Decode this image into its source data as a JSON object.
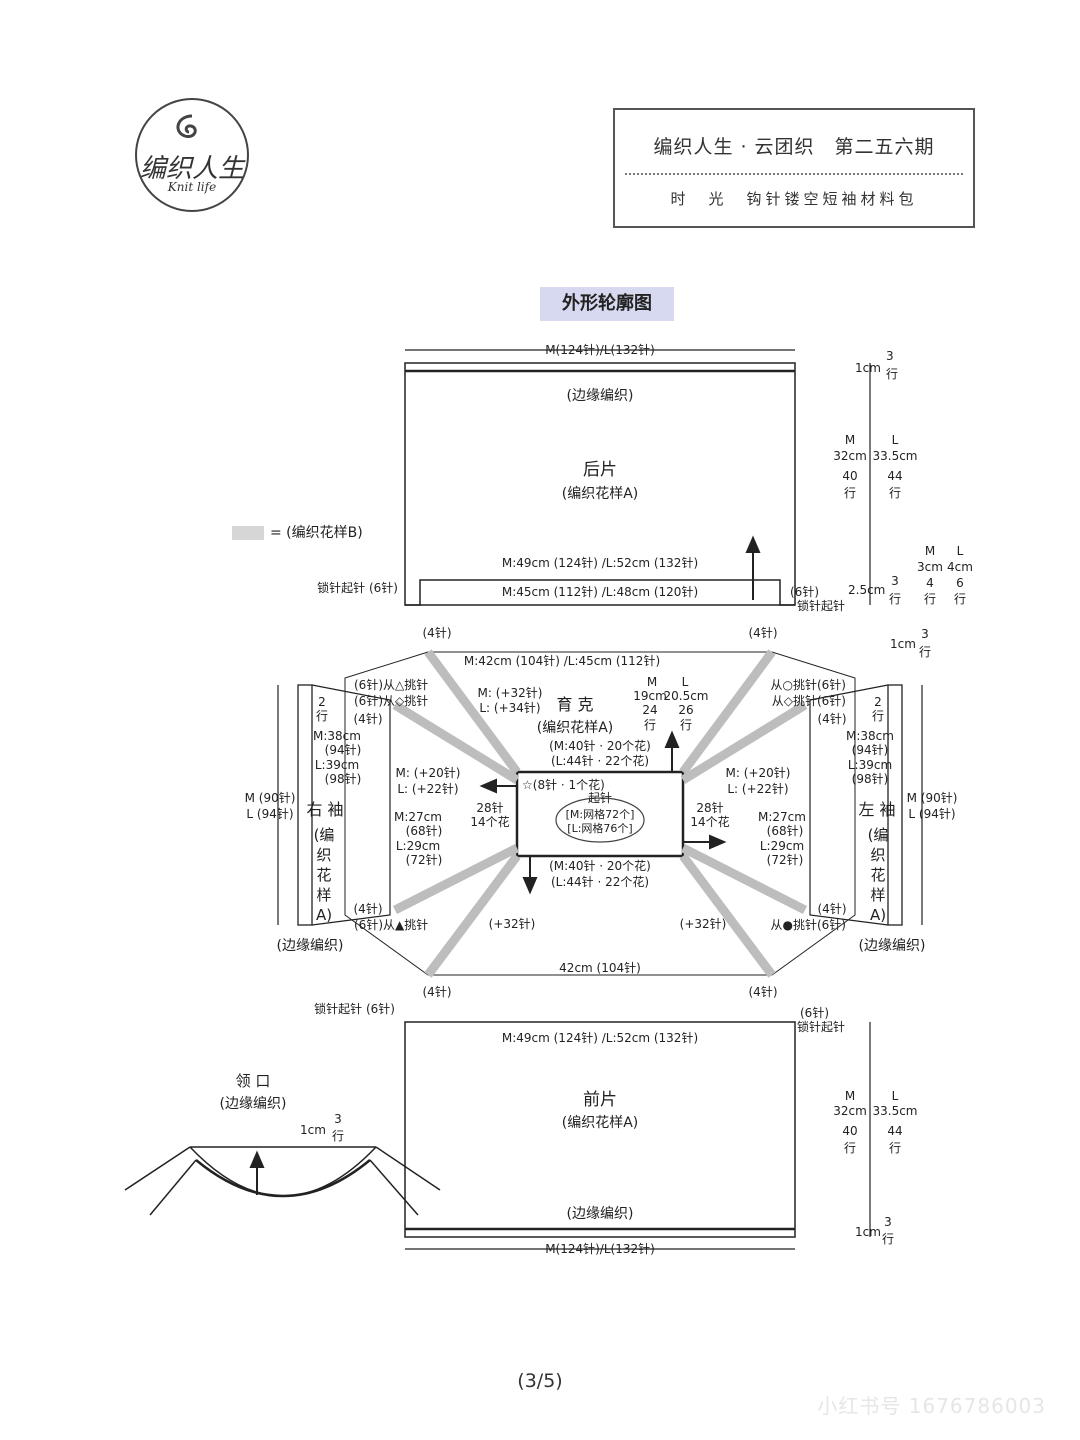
{
  "logo": {
    "cn": "编织人生",
    "en": "Knit life"
  },
  "header": {
    "title": "编织人生 · 云团织　第二五六期",
    "subtitle": "时　光　钩针镂空短袖材料包"
  },
  "section_title": "外形轮廓图",
  "legend": {
    "label": "= (编织花样B)",
    "swatch_color": "#d6d6d6"
  },
  "back": {
    "top_width": "M(124针)/L(132针)",
    "edge": "(边缘编织)",
    "name": "后片",
    "pattern": "(编织花样A)",
    "width_upper": "M:49cm (124针) /L:52cm (132针)",
    "width_lower": "M:45cm (112针) /L:48cm (120针)",
    "chain_left": "锁针起针 (6针)",
    "chain_right_count": "(6针)",
    "chain_right": "锁针起针"
  },
  "back_dims": {
    "top_cm": "1cm",
    "top_rows": "3",
    "top_rows_unit": "行",
    "m": "M",
    "l": "L",
    "m_cm": "32cm",
    "l_cm": "33.5cm",
    "m_rows": "40",
    "l_rows": "44",
    "rows_unit": "行",
    "m2": "M",
    "l2": "L",
    "m2_cm": "3cm",
    "l2_cm": "4cm",
    "base_cm": "2.5cm",
    "base_rows": "3",
    "m2_rows": "4",
    "l2_rows": "6",
    "side_cm": "1cm",
    "side_rows": "3"
  },
  "yoke": {
    "corner_tl": "(4针)",
    "corner_tr": "(4针)",
    "corner_bl": "(4针)",
    "corner_br": "(4针)",
    "top_width": "M:42cm (104针) /L:45cm (112针)",
    "bottom_width": "42cm (104针)",
    "name": "育 克",
    "pattern": "(编织花样A)",
    "inc_top": "M: (+32针)",
    "inc_top_l": "L: (+34针)",
    "inner_top": "(M:40针 · 20个花)",
    "inner_top_l": "(L:44针 · 22个花)",
    "inner_bottom": "(M:40针 · 20个花)",
    "inner_bottom_l": "(L:44针 · 22个花)",
    "star_note": "☆(8针 · 1个花)",
    "start": "起针",
    "grid_m": "[M:网格72个]",
    "grid_l": "[L:网格76个]",
    "left_inc": "M: (+20针)",
    "left_inc_l": "L: (+22针)",
    "right_inc": "M: (+20针)",
    "right_inc_l": "L: (+22针)",
    "left_side": "28针",
    "left_side2": "14个花",
    "right_side": "28针",
    "right_side2": "14个花",
    "h_m": "M",
    "h_l": "L",
    "h_m_cm": "19cm",
    "h_l_cm": "20.5cm",
    "h_m_rows": "24",
    "h_l_rows": "26",
    "h_unit": "行",
    "bottom_inc_left": "(+32针)",
    "bottom_inc_right": "(+32针)"
  },
  "right_sleeve": {
    "pick1": "(6针)从△挑针",
    "pick2": "(6针)从◇挑针",
    "pick3": "(6针)从▲挑针",
    "corner_top": "(4针)",
    "corner_bottom": "(4针)",
    "rows": "2",
    "rows_unit": "行",
    "m_len": "M:38cm",
    "m_len_st": "(94针)",
    "l_len": "L:39cm",
    "l_len_st": "(98针)",
    "m_w": "M:27cm",
    "m_w_st": "(68针)",
    "l_w": "L:29cm",
    "l_w_st": "(72针)",
    "outer_m": "M (90针)",
    "outer_l": "L (94针)",
    "name": "右 袖",
    "pattern": "(编织花样A)",
    "edge": "(边缘编织)"
  },
  "left_sleeve": {
    "pick1": "从○挑针(6针)",
    "pick2": "从◇挑针(6针)",
    "pick3": "从●挑针(6针)",
    "corner_top": "(4针)",
    "corner_bottom": "(4针)",
    "rows": "2",
    "rows_unit": "行",
    "m_len": "M:38cm",
    "m_len_st": "(94针)",
    "l_len": "L:39cm",
    "l_len_st": "(98针)",
    "m_w": "M:27cm",
    "m_w_st": "(68针)",
    "l_w": "L:29cm",
    "l_w_st": "(72针)",
    "outer_m": "M (90针)",
    "outer_l": "L (94针)",
    "name": "左 袖",
    "pattern": "(编织花样A)",
    "edge": "(边缘编织)"
  },
  "front": {
    "chain_left": "锁针起针 (6针)",
    "chain_right_count": "(6针)",
    "chain_right": "锁针起针",
    "width": "M:49cm (124针) /L:52cm (132针)",
    "name": "前片",
    "pattern": "(编织花样A)",
    "edge": "(边缘编织)",
    "bottom_width": "M(124针)/L(132针)"
  },
  "front_dims": {
    "m": "M",
    "l": "L",
    "m_cm": "32cm",
    "l_cm": "33.5cm",
    "m_rows": "40",
    "l_rows": "44",
    "rows_unit": "行",
    "bottom_cm": "1cm",
    "bottom_rows": "3"
  },
  "neckline": {
    "title": "领 口",
    "edge": "(边缘编织)",
    "cm": "1cm",
    "rows": "3",
    "rows_unit": "行"
  },
  "page": "(3/5)",
  "watermark": "小红书号 1676786003"
}
